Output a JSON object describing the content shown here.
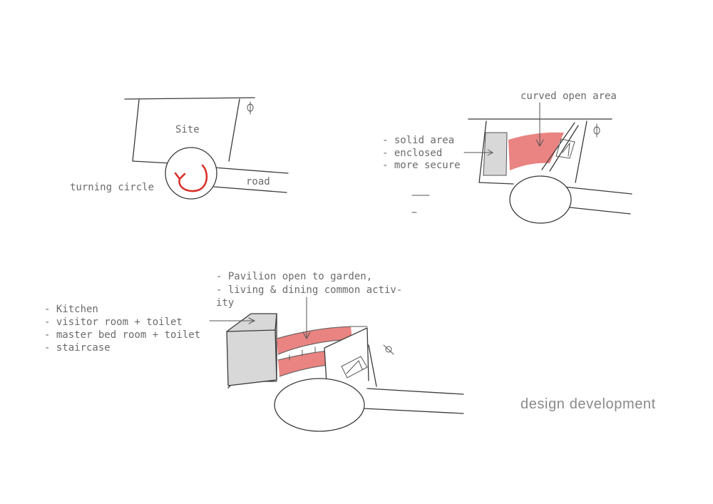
{
  "sketch1": {
    "site_label": "Site",
    "road_label": "road",
    "turning_label": "turning circle",
    "north_symbol": "ɸ"
  },
  "sketch2": {
    "curved_label": "curved open area",
    "notes": [
      "- solid area",
      "- enclosed",
      "- more secure"
    ],
    "north_symbol": "ɸ"
  },
  "sketch3": {
    "pavilion_notes": [
      "- Pavilion open to garden,",
      "- living & dining common activ-",
      "ity"
    ],
    "block_notes": [
      "- Kitchen",
      "- visitor room + toilet",
      "- master bed room + toilet",
      "- staircase"
    ],
    "north_symbol": "ɸ"
  },
  "caption": "design development",
  "colors": {
    "accent_red": "#e98482",
    "arrow_red": "#d9322b",
    "solid_grey": "#d8d8d8",
    "ink": "#3a3a3a",
    "text_grey": "#6b6b6b"
  }
}
